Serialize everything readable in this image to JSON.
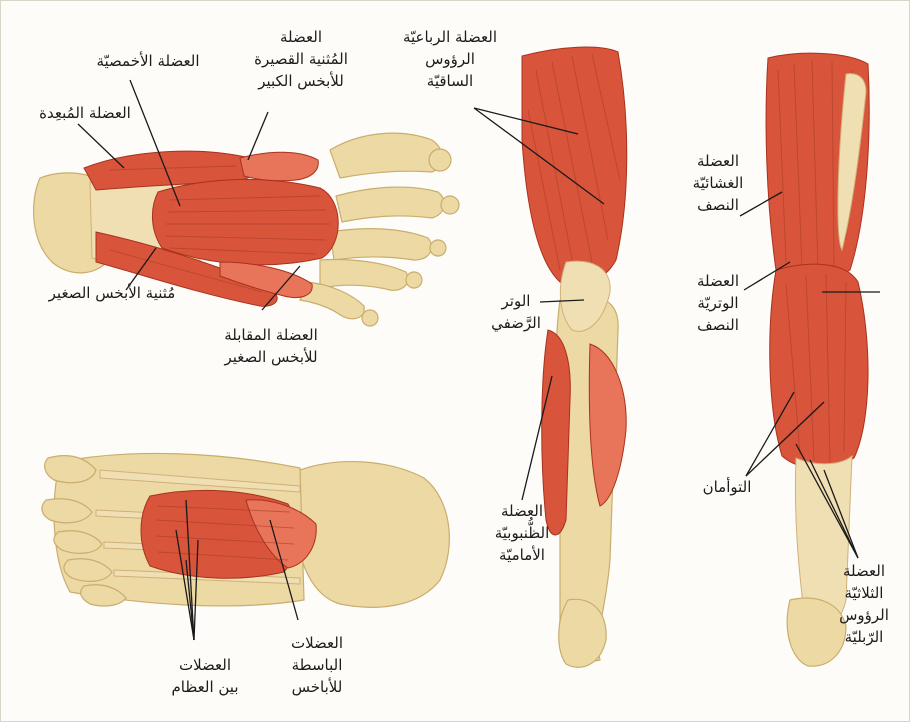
{
  "figure": {
    "top_foot": {
      "labels": {
        "abductor_hallucis": [
          "العضلة المُبعِدة"
        ],
        "flexor_digitorum_brevis": [
          "العضلة الأخمصيّة"
        ],
        "flexor_hallucis_brevis": [
          "العضلة",
          "المُثنية القصيرة",
          "للأبخس الكبير"
        ],
        "flexor_digiti_minimi": [
          "مُثنية الأبخس الصغير"
        ],
        "opponens_digiti_minimi": [
          "العضلة المقابلة",
          "للأبخس الصغير"
        ]
      }
    },
    "bottom_foot": {
      "labels": {
        "interossei": [
          "العضلات",
          "بين العظام"
        ],
        "extensor_digitorum": [
          "العضلات",
          "الباسطة",
          "للأباخس"
        ]
      }
    },
    "front_leg": {
      "labels": {
        "quadriceps": [
          "العضلة الرباعيّة",
          "الرؤوس",
          "الساقيّة"
        ],
        "patellar_tendon": [
          "الوتر",
          "الرَّضفي"
        ],
        "tibialis_anterior": [
          "العضلة",
          "الظُّنبوبيّة",
          "الأماميّة"
        ]
      }
    },
    "back_leg": {
      "labels": {
        "semimembranosus": [
          "العضلة",
          "الغشائيّة",
          "النصف"
        ],
        "semitendinosus": [
          "العضلة",
          "الوتريّة",
          "النصف"
        ],
        "gastrocnemius": [
          "التوأمان"
        ],
        "triceps_surae": [
          "العضلة",
          "الثلاثيّة",
          "الرؤوس",
          "الرّبليّة"
        ]
      }
    }
  }
}
